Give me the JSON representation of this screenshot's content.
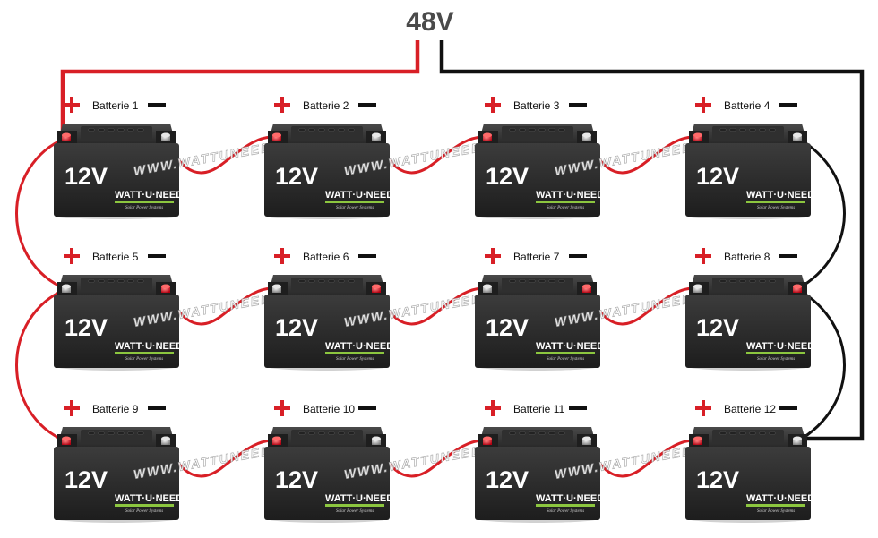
{
  "system_voltage": "48V",
  "battery_voltage": "12V",
  "brand": {
    "name": "WATT·U·NEED",
    "tagline": "Solar Power Systems",
    "watermark": "WWW.WATTUNEED.COM"
  },
  "batteries": [
    {
      "label": "Batterie 1"
    },
    {
      "label": "Batterie 2"
    },
    {
      "label": "Batterie 3"
    },
    {
      "label": "Batterie 4"
    },
    {
      "label": "Batterie 5"
    },
    {
      "label": "Batterie 6"
    },
    {
      "label": "Batterie 7"
    },
    {
      "label": "Batterie 8"
    },
    {
      "label": "Batterie 9"
    },
    {
      "label": "Batterie 10"
    },
    {
      "label": "Batterie 11"
    },
    {
      "label": "Batterie 12"
    }
  ],
  "colors": {
    "positive": "#d81f26",
    "negative": "#111111",
    "battery_body": "#2b2b2b",
    "battery_lid": "#3a3a3a",
    "brand_accent": "#8cc63f"
  }
}
